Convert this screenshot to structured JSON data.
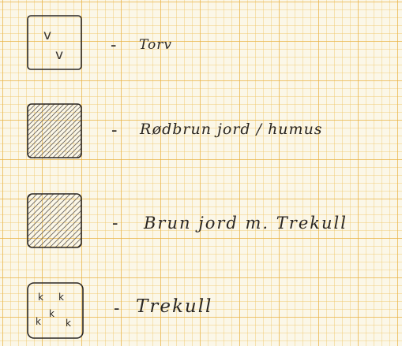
{
  "legend": {
    "items": [
      {
        "label": "Torv",
        "swatch": "v-symbols",
        "symbol": "v"
      },
      {
        "label": "Rødbrun jord / humus",
        "swatch": "hatched"
      },
      {
        "label": "Brun jord m. Trekull",
        "swatch": "hatched"
      },
      {
        "label": "Trekull",
        "swatch": "k-symbols",
        "symbol": "k"
      }
    ],
    "dash": "-"
  },
  "colors": {
    "paper": "#fbf7e8",
    "grid_major": "#e8b040",
    "grid_minor": "#f0c86e",
    "ink": "#2a2622",
    "pencil": "#6a6560"
  }
}
